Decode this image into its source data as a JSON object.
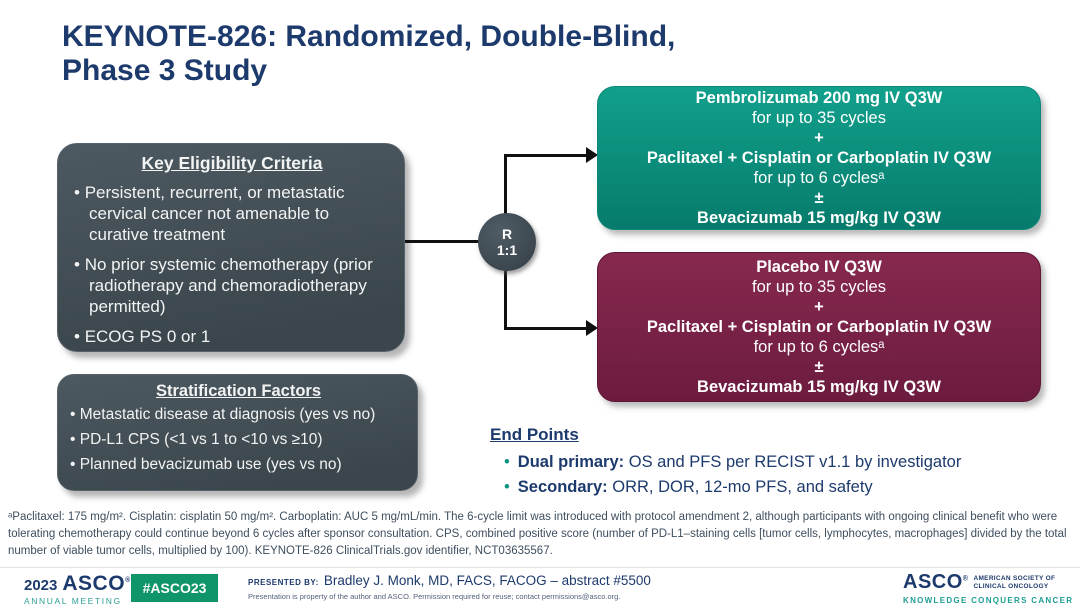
{
  "title": {
    "line1": "KEYNOTE-826: Randomized, Double-Blind,",
    "line2": "Phase 3 Study"
  },
  "eligibility": {
    "header": "Key Eligibility Criteria",
    "bullets": [
      "Persistent, recurrent, or metastatic cervical cancer not amenable to curative treatment",
      "No prior systemic chemotherapy (prior radiotherapy and chemoradiotherapy permitted)",
      "ECOG PS 0 or 1"
    ]
  },
  "stratification": {
    "header": "Stratification Factors",
    "bullets": [
      "Metastatic disease at diagnosis (yes vs no)",
      "PD-L1 CPS (<1 vs 1 to <10 vs ≥10)",
      "Planned bevacizumab use (yes vs no)"
    ]
  },
  "randomization": {
    "letter": "R",
    "ratio": "1:1"
  },
  "arms": {
    "pembro": {
      "lines": [
        "Pembrolizumab 200 mg IV Q3W",
        "for up to 35 cycles",
        "+",
        "Paclitaxel + Cisplatin or Carboplatin IV Q3W",
        "for up to 6 cyclesᵃ",
        "±",
        "Bevacizumab 15 mg/kg IV Q3W"
      ]
    },
    "placebo": {
      "lines": [
        "Placebo IV Q3W",
        "for up to 35 cycles",
        "+",
        "Paclitaxel + Cisplatin or Carboplatin IV Q3W",
        "for up to 6 cyclesᵃ",
        "±",
        "Bevacizumab 15 mg/kg IV Q3W"
      ]
    }
  },
  "endpoints": {
    "header": "End Points",
    "items": [
      {
        "label": "Dual primary:",
        "text": " OS and PFS per RECIST v1.1 by investigator"
      },
      {
        "label": "Secondary:",
        "text": " ORR, DOR, 12-mo PFS, and safety"
      }
    ]
  },
  "footnote": "ᵃPaclitaxel: 175 mg/m². Cisplatin: cisplatin 50 mg/m². Carboplatin: AUC 5 mg/mL/min. The 6-cycle limit was introduced with protocol amendment 2, although participants with ongoing clinical benefit who were tolerating chemotherapy could continue beyond 6 cycles after sponsor consultation. CPS, combined positive score (number of PD-L1–staining cells [tumor cells, lymphocytes, macrophages] divided by the total number of viable tumor cells, multiplied by 100). KEYNOTE-826 ClinicalTrials.gov identifier, NCT03635567.",
  "footer": {
    "meeting_year": "2023",
    "meeting_logo": "ASCO",
    "reg": "®",
    "meeting_sub": "ANNUAL MEETING",
    "hashtag": "#ASCO23",
    "presented_by_label": "PRESENTED BY:",
    "presenter": "Bradley J. Monk, MD, FACS, FACOG – abstract #5500",
    "disclaimer": "Presentation is property of the author and ASCO. Permission required for reuse; contact permissions@asco.org.",
    "asco_logo": "ASCO",
    "asco_org_line1": "AMERICAN SOCIETY OF",
    "asco_org_line2": "CLINICAL ONCOLOGY",
    "asco_tagline": "KNOWLEDGE CONQUERS CANCER"
  },
  "colors": {
    "title_navy": "#1d3a6d",
    "slate_box": "#414d54",
    "teal_arm": "#0a9382",
    "maroon_arm": "#7b2148",
    "badge_green": "#0f9569",
    "footer_teal": "#2ba095"
  }
}
